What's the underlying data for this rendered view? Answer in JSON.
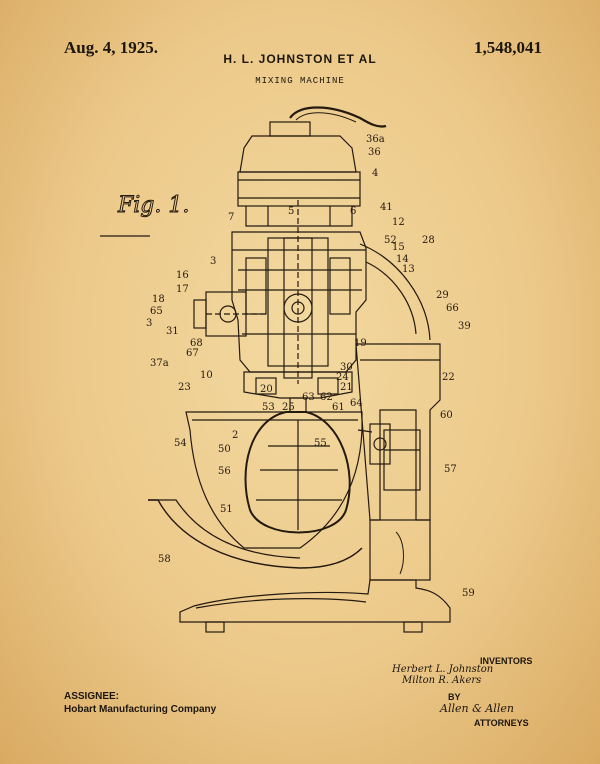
{
  "header": {
    "date": "Aug. 4, 1925.",
    "inventor": "H. L. JOHNSTON ET AL",
    "patent_number": "1,548,041",
    "title": "MIXING MACHINE"
  },
  "figure": {
    "label": "Fig. 1.",
    "reference_numerals": [
      "36a",
      "36",
      "4",
      "5",
      "6",
      "41",
      "7",
      "12",
      "52",
      "15",
      "28",
      "14",
      "3",
      "16",
      "13",
      "17",
      "18",
      "29",
      "65",
      "66",
      "3",
      "39",
      "31",
      "68",
      "67",
      "19",
      "37a",
      "30",
      "10",
      "24",
      "23",
      "20",
      "21",
      "22",
      "53",
      "25",
      "63",
      "62",
      "61",
      "64",
      "60",
      "2",
      "55",
      "54",
      "50",
      "57",
      "56",
      "51",
      "58",
      "59",
      "1"
    ]
  },
  "assignee": {
    "label": "ASSIGNEE:",
    "name": "Hobart Manufacturing Company"
  },
  "signatures": {
    "inventors_label": "INVENTORS",
    "inventor_sig_1": "Herbert L. Johnston",
    "inventor_sig_2": "Milton R. Akers",
    "by_label": "BY",
    "attorney_sig": "Allen & Allen",
    "attorneys_label": "ATTORNEYS"
  }
}
